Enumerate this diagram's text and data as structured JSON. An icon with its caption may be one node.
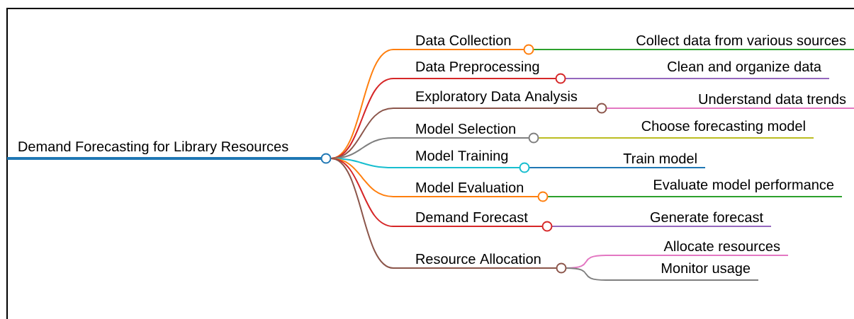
{
  "diagram": {
    "nodes": [
      {
        "text": [
          "Demand Forecasting for Library Resources"
        ]
      },
      {
        "text": [
          "Data Collection"
        ]
      },
      {
        "text": [
          "Data Preprocessing"
        ]
      },
      {
        "text": [
          "Exploratory Data Analysis"
        ]
      },
      {
        "text": [
          "Model Selection"
        ]
      },
      {
        "text": [
          "Model Training"
        ]
      },
      {
        "text": [
          "Model Evaluation"
        ]
      },
      {
        "text": [
          "Demand Forecast"
        ]
      },
      {
        "text": [
          "Resource Allocation"
        ]
      },
      {
        "text": [
          "Collect data from various sources"
        ]
      },
      {
        "text": [
          "Clean and organize data"
        ]
      },
      {
        "text": [
          "Understand data trends"
        ]
      },
      {
        "text": [
          "Choose forecasting model"
        ]
      },
      {
        "text": [
          "Train model"
        ]
      },
      {
        "text": [
          "Evaluate model performance"
        ]
      },
      {
        "text": [
          "Generate forecast"
        ]
      },
      {
        "text": [
          "Allocate resources"
        ]
      },
      {
        "text": [
          "Monitor usage"
        ]
      }
    ],
    "edges": [
      {
        "from": 0,
        "to": 1,
        "arrow": "none",
        "color": "#ff7f0e"
      },
      {
        "from": 0,
        "to": 2,
        "arrow": "none",
        "color": "#d62728"
      },
      {
        "from": 0,
        "to": 3,
        "arrow": "none",
        "color": "#8c564b"
      },
      {
        "from": 0,
        "to": 4,
        "arrow": "none",
        "color": "#7f7f7f"
      },
      {
        "from": 0,
        "to": 5,
        "arrow": "none",
        "color": "#17becf"
      },
      {
        "from": 0,
        "to": 6,
        "arrow": "none",
        "color": "#ff7f0e"
      },
      {
        "from": 0,
        "to": 7,
        "arrow": "none",
        "color": "#d62728"
      },
      {
        "from": 0,
        "to": 8,
        "arrow": "none",
        "color": "#8c564b"
      },
      {
        "from": 1,
        "to": 9,
        "arrow": "none",
        "color": "#2ca02c"
      },
      {
        "from": 2,
        "to": 10,
        "arrow": "none",
        "color": "#9467bd"
      },
      {
        "from": 3,
        "to": 11,
        "arrow": "none",
        "color": "#e377c2"
      },
      {
        "from": 4,
        "to": 12,
        "arrow": "none",
        "color": "#bcbd22"
      },
      {
        "from": 5,
        "to": 13,
        "arrow": "none",
        "color": "#1f77b4"
      },
      {
        "from": 6,
        "to": 14,
        "arrow": "none",
        "color": "#2ca02c"
      },
      {
        "from": 7,
        "to": 15,
        "arrow": "none",
        "color": "#9467bd"
      },
      {
        "from": 8,
        "to": 16,
        "arrow": "none",
        "color": "#e377c2"
      },
      {
        "from": 8,
        "to": 17,
        "arrow": "none",
        "color": "#7f7f7f"
      }
    ]
  }
}
